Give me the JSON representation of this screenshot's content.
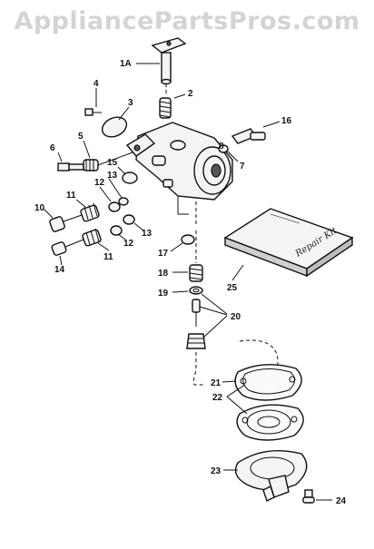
{
  "watermark": "AppliancePartsPros.com",
  "callouts": [
    {
      "id": "1A",
      "label": "1A"
    },
    {
      "id": "2",
      "label": "2"
    },
    {
      "id": "3",
      "label": "3"
    },
    {
      "id": "4",
      "label": "4"
    },
    {
      "id": "5",
      "label": "5"
    },
    {
      "id": "6",
      "label": "6"
    },
    {
      "id": "7",
      "label": "7"
    },
    {
      "id": "8",
      "label": "8"
    },
    {
      "id": "10",
      "label": "10"
    },
    {
      "id": "11a",
      "label": "11"
    },
    {
      "id": "11b",
      "label": "11"
    },
    {
      "id": "12a",
      "label": "12"
    },
    {
      "id": "12b",
      "label": "12"
    },
    {
      "id": "13a",
      "label": "13"
    },
    {
      "id": "13b",
      "label": "13"
    },
    {
      "id": "14",
      "label": "14"
    },
    {
      "id": "15",
      "label": "15"
    },
    {
      "id": "16",
      "label": "16"
    },
    {
      "id": "17",
      "label": "17"
    },
    {
      "id": "18",
      "label": "18"
    },
    {
      "id": "19",
      "label": "19"
    },
    {
      "id": "20",
      "label": "20"
    },
    {
      "id": "21",
      "label": "21"
    },
    {
      "id": "22",
      "label": "22"
    },
    {
      "id": "23",
      "label": "23"
    },
    {
      "id": "24",
      "label": "24"
    },
    {
      "id": "25",
      "label": "25"
    }
  ],
  "kit_box": {
    "handwriting": "Repair Kit"
  }
}
